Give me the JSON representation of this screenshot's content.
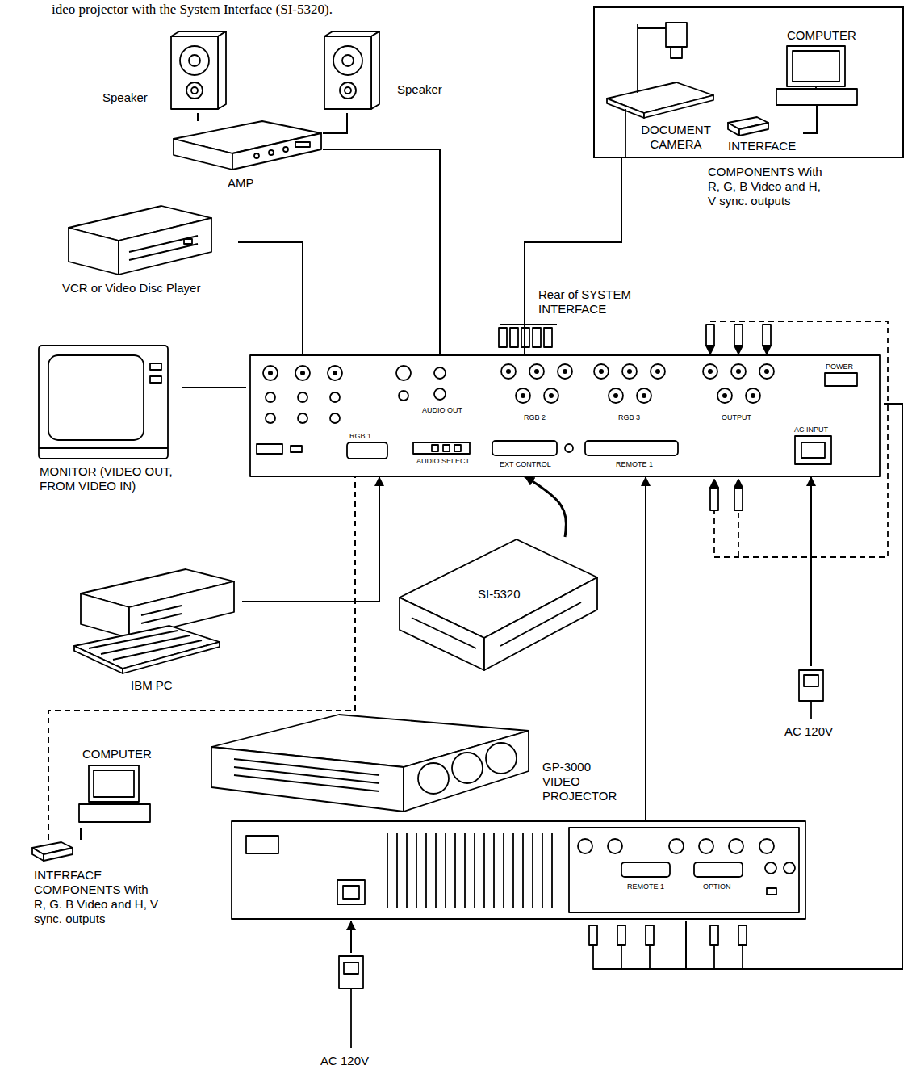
{
  "diagram": {
    "caption": "ideo projector with the System Interface (SI-5320).",
    "nodes": [
      {
        "text": [
          "Speaker"
        ]
      },
      {
        "text": [
          "Speaker"
        ]
      },
      {
        "text": [
          "COMPONENTS With R, G, B Video and H, V sync. outputs"
        ]
      },
      {
        "text": [
          "DOCUMENT CAMERA"
        ],
        "in": 2
      },
      {
        "text": [
          "COMPUTER"
        ],
        "in": 2
      },
      {
        "text": [
          "INTERFACE"
        ],
        "in": 2
      },
      {
        "text": [
          "AMP"
        ]
      },
      {
        "text": [
          "VCR or Video Disc Player"
        ]
      },
      {
        "text": [
          "Rear of SYSTEM INTERFACE"
        ]
      },
      {
        "text": [
          "MONITOR (VIDEO OUT, FROM VIDEO IN)"
        ]
      },
      {
        "text": [
          "SI-5320"
        ]
      },
      {
        "text": [
          "IBM PC"
        ]
      },
      {
        "text": [
          "AC 120V"
        ]
      },
      {
        "text": [
          "COMPUTER"
        ]
      },
      {
        "text": [
          "INTERFACE COMPONENTS With R, G. B Video and H, V sync. outputs"
        ]
      },
      {
        "text": [
          "GP-3000 VIDEO PROJECTOR"
        ]
      },
      {
        "text": [
          "AC 120V"
        ]
      }
    ],
    "edges": [
      {
        "from": 0,
        "to": 6,
        "arrow": "none"
      },
      {
        "from": 1,
        "to": 6,
        "arrow": "none"
      },
      {
        "from": 6,
        "to": 8,
        "arrow": "none"
      },
      {
        "from": 7,
        "to": 8,
        "arrow": "none"
      },
      {
        "from": 9,
        "to": 8,
        "arrow": "none"
      },
      {
        "from": 11,
        "to": 8,
        "arrow": "to"
      },
      {
        "from": 14,
        "to": 8,
        "arrow": "none"
      },
      {
        "from": 2,
        "to": 8,
        "arrow": "none"
      },
      {
        "from": 15,
        "to": 8,
        "arrow": "to"
      },
      {
        "from": 8,
        "to": 15,
        "arrow": "none"
      },
      {
        "from": 12,
        "to": 8,
        "arrow": "to"
      },
      {
        "from": 10,
        "to": 8,
        "arrow": "to"
      },
      {
        "from": 16,
        "to": 15,
        "arrow": "to"
      },
      {
        "from": 5,
        "to": 4,
        "arrow": "none"
      },
      {
        "from": 13,
        "to": 14,
        "arrow": "none"
      }
    ],
    "labels": [
      "RGB 1",
      "AUDIO OUT",
      "AUDIO SELECT",
      "EXT CONTROL",
      "RGB 2",
      "RGB 3",
      "REMOTE 1",
      "OUTPUT",
      "POWER",
      "AC INPUT",
      "REMOTE 1",
      "OPTION"
    ]
  }
}
